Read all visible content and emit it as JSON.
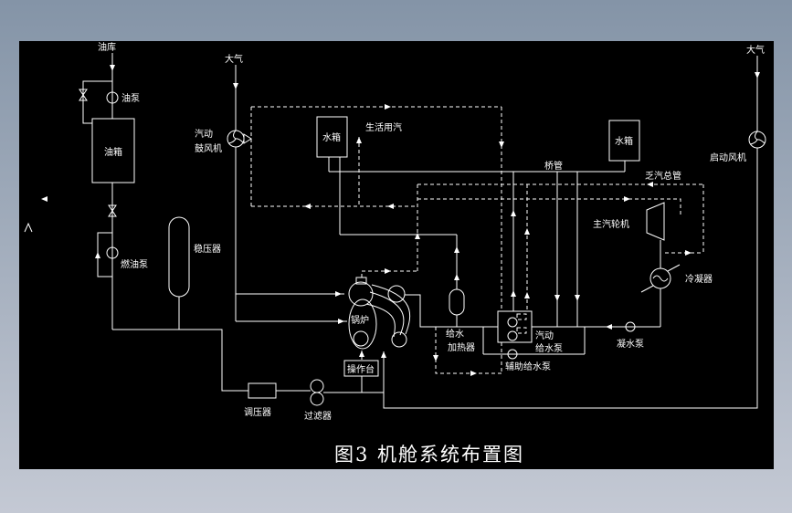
{
  "window": {
    "background_top": "#8494a7",
    "background_bottom": "#c4c9d4",
    "canvas_color": "#000000",
    "line_color": "#ffffff"
  },
  "title": {
    "text": "图3 机舱系统布置图"
  },
  "labels": {
    "oil_depot": "油库",
    "oil_pump": "油泵",
    "oil_tank": "油箱",
    "fuel_oil_pump": "燃油泵",
    "pressure_stabilizer": "稳压器",
    "atmosphere_left": "大气",
    "atmosphere_right": "大气",
    "steam_blower_line1": "汽动",
    "steam_blower_line2": "鼓风机",
    "water_tank_left": "水箱",
    "water_tank_right": "水箱",
    "domestic_steam": "生活用汽",
    "bridge_pipe": "桥管",
    "exhaust_steam_main": "乏汽总管",
    "main_turbine": "主汽轮机",
    "condenser": "冷凝器",
    "condensate_pump": "凝水泵",
    "startup_fan": "启动风机",
    "feed_heater_line1": "给水",
    "feed_heater_line2": "加热器",
    "steam_feed_pump_line1": "汽动",
    "steam_feed_pump_line2": "给水泵",
    "aux_feed_pump": "辅助给水泵",
    "boiler": "锅炉",
    "console": "操作台",
    "pressure_regulator": "调压器",
    "filter": "过滤器"
  }
}
